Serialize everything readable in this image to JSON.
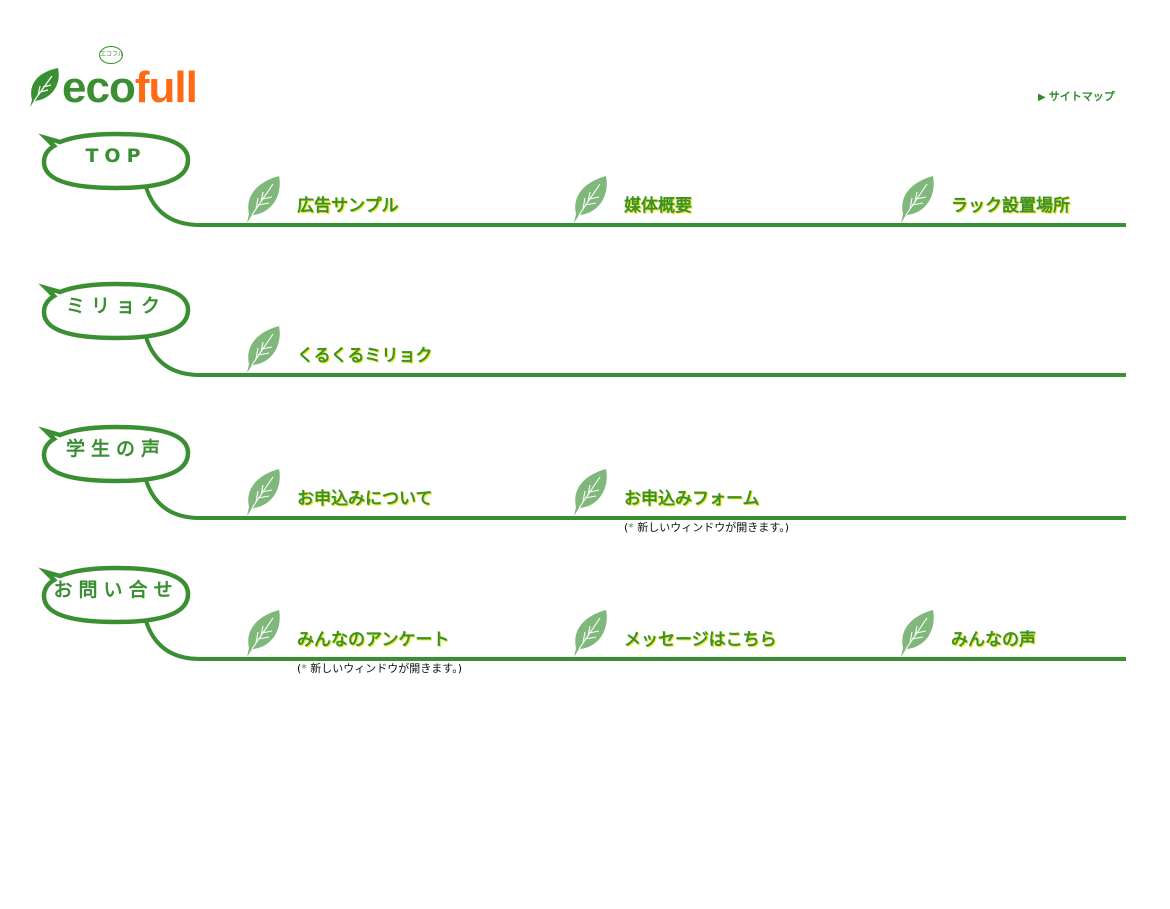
{
  "header": {
    "logo_eco": "eco",
    "logo_full": "full",
    "logo_badge": "エコフル",
    "sitemap": "サイトマップ"
  },
  "colors": {
    "green": "#3a8f32",
    "orange": "#ff6a14",
    "leaf": "#7fb87a"
  },
  "sections": [
    {
      "title": "TOP",
      "items": [
        {
          "label": "広告サンプル"
        },
        {
          "label": "媒体概要"
        },
        {
          "label": "ラック設置場所"
        }
      ]
    },
    {
      "title": "ミリョク",
      "items": [
        {
          "label": "くるくるミリョク"
        }
      ]
    },
    {
      "title": "学生の声",
      "items": [
        {
          "label": "お申込みについて"
        },
        {
          "label": "お申込みフォーム",
          "note": "新しいウィンドウが開きます。"
        }
      ]
    },
    {
      "title": "お問い合せ",
      "items": [
        {
          "label": "みんなのアンケート",
          "note": "新しいウィンドウが開きます。"
        },
        {
          "label": "メッセージはこちら"
        },
        {
          "label": "みんなの声"
        }
      ]
    }
  ],
  "note_open": "(",
  "note_star": "*",
  "note_close": ")"
}
